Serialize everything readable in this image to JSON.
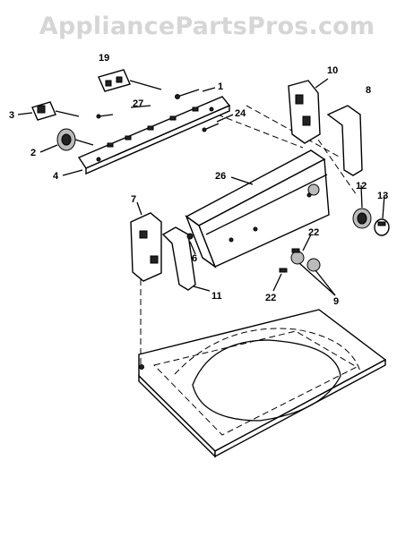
{
  "watermark": "AppliancePartsPros.com",
  "labels": {
    "l19": "19",
    "l1": "1",
    "l10": "10",
    "l8": "8",
    "l3": "3",
    "l27": "27",
    "l24": "24",
    "l2": "2",
    "l4": "4",
    "l26": "26",
    "l12": "12",
    "l13": "13",
    "l7": "7",
    "l22a": "22",
    "l6": "6",
    "l11": "11",
    "l22b": "22",
    "l9": "9"
  }
}
